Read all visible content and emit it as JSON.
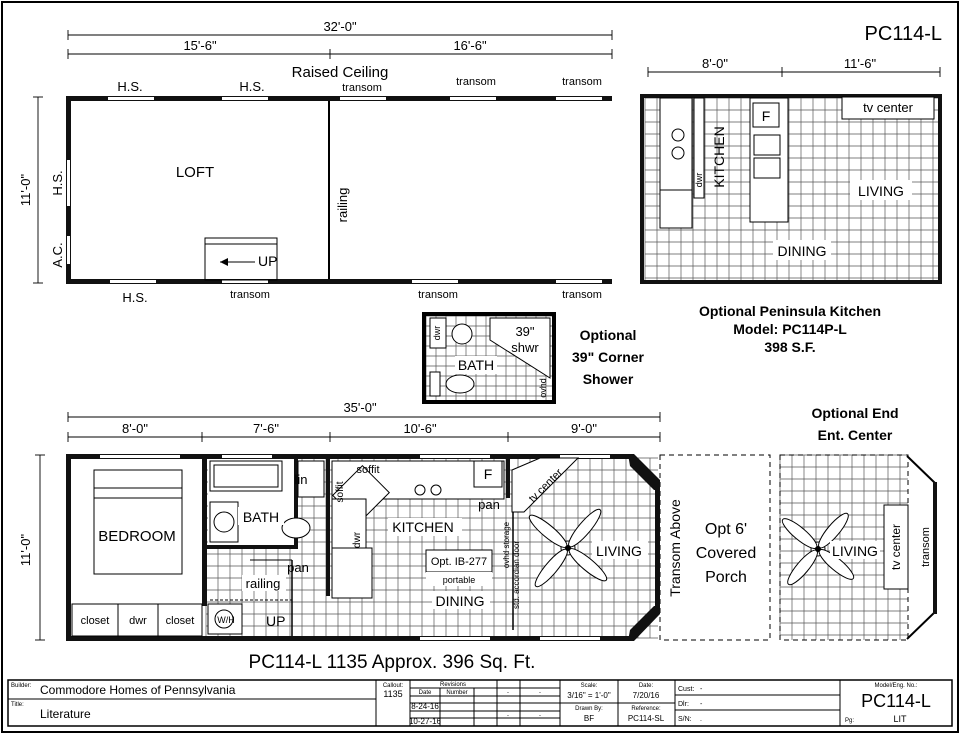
{
  "header": {
    "model_code": "PC114-L"
  },
  "loft": {
    "total_width": "32'-0\"",
    "left_width": "15'-6\"",
    "right_width": "16'-6\"",
    "depth": "11'-0\"",
    "raised_ceiling": "Raised Ceiling",
    "room": "LOFT",
    "railing": "railing",
    "up": "UP",
    "hs": "H.S.",
    "ac": "A.C.",
    "transom": "transom"
  },
  "peninsula": {
    "dim_left": "8'-0\"",
    "dim_right": "11'-6\"",
    "tv_center": "tv center",
    "fridge": "F",
    "kitchen": "KITCHEN",
    "living": "LIVING",
    "dining": "DINING",
    "dwr": "dwr",
    "caption_line1": "Optional Peninsula Kitchen",
    "caption_line2": "Model: PC114P-L",
    "caption_line3": "398 S.F."
  },
  "corner_shower": {
    "dwr": "dwr",
    "shower_size": "39\"",
    "shower_label": "shwr",
    "bath": "BATH",
    "ovhd": "ovhd",
    "caption_line1": "Optional",
    "caption_line2": "39\" Corner",
    "caption_line3": "Shower"
  },
  "main": {
    "total_width": "35'-0\"",
    "seg1": "8'-0\"",
    "seg2": "7'-6\"",
    "seg3": "10'-6\"",
    "seg4": "9'-0\"",
    "depth": "11'-0\"",
    "bedroom": "BEDROOM",
    "bath": "BATH",
    "lin": "lin",
    "soffit_top": "soffit",
    "soffit_side": "soffit",
    "fridge": "F",
    "pan": "pan",
    "pan2": "pan",
    "kitchen": "KITCHEN",
    "dwr": "dwr",
    "island_label": "Opt. IB-277",
    "island_sub": "portable",
    "dining": "DINING",
    "railing": "railing",
    "up": "UP",
    "wh": "W/H",
    "closet1": "closet",
    "dwr2": "dwr",
    "closet2": "closet",
    "ovhd_storage": "ovhd storage",
    "accordion_door": "std. accordian door",
    "tv_center": "tv center",
    "living": "LIVING",
    "transom_above": "Transom Above",
    "porch_line1": "Opt 6'",
    "porch_line2": "Covered",
    "porch_line3": "Porch",
    "caption": "PC114-L 1135  Approx. 396 Sq. Ft."
  },
  "end_center": {
    "caption_line1": "Optional End",
    "caption_line2": "Ent. Center",
    "living": "LIVING",
    "tv_center": "tv center",
    "transom": "transom"
  },
  "title_block": {
    "builder_label": "Builder:",
    "builder": "Commodore Homes of Pennsylvania",
    "title_label": "Title:",
    "title": "Literature",
    "callout_label": "Callout:",
    "callout": "1135",
    "revisions_label": "Revisions",
    "date_label": "Date",
    "number_label": "Number",
    "rev1": "8-24-16",
    "rev2": "10-27-16",
    "dot": ".",
    "scale_label": "Scale:",
    "scale": "3/16\" = 1'-0\"",
    "date2_label": "Date:",
    "date2": "7/20/16",
    "drawn_label": "Drawn By:",
    "drawn": "BF",
    "ref_label": "Reference:",
    "ref": "PC114-SL",
    "cust_label": "Cust:",
    "cust": "-",
    "dlr_label": "Dlr:",
    "dlr": "-",
    "sn_label": "S/N:",
    "sn": ".",
    "model_label": "Model/Eng. No.:",
    "model": "PC114-L",
    "pg_label": "Pg:",
    "pg": "LIT"
  }
}
